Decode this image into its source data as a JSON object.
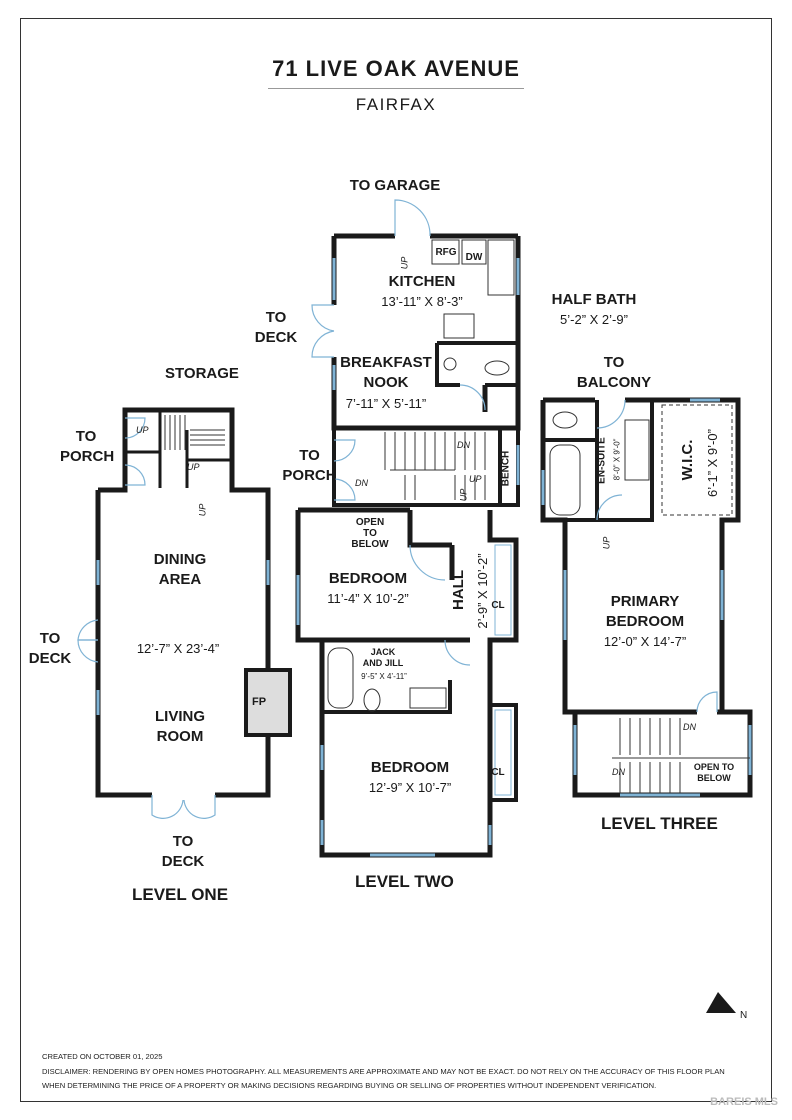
{
  "header": {
    "address": "71 LIVE OAK AVENUE",
    "city": "FAIRFAX"
  },
  "labels": {
    "to_garage": "TO GARAGE",
    "kitchen": "KITCHEN",
    "kitchen_dim": "13’-11” X 8’-3”",
    "rfg": "RFG",
    "dw": "DW",
    "half_bath": "HALF BATH",
    "half_bath_dim": "5’-2” X 2’-9”",
    "to_deck_upper": "TO\nDECK",
    "breakfast_nook": "BREAKFAST\nNOOK",
    "breakfast_dim": "7’-11” X 5’-11”",
    "to_porch_mid": "TO\nPORCH",
    "bench": "BENCH",
    "storage": "STORAGE",
    "to_porch_left": "TO\nPORCH",
    "dining_area": "DINING\nAREA",
    "living_dim": "12’-7” X 23’-4”",
    "to_deck_left": "TO\nDECK",
    "fp": "FP",
    "living_room": "LIVING\nROOM",
    "to_deck_bottom": "TO\nDECK",
    "open_to_below": "OPEN\nTO\nBELOW",
    "bedroom1": "BEDROOM",
    "bedroom1_dim": "11’-4” X 10’-2”",
    "hall": "HALL",
    "hall_dim": "2’-9” X 10’-2”",
    "cl": "CL",
    "jack_and_jill": "JACK\nAND JILL",
    "jack_dim": "9’-5” X 4’-11”",
    "bedroom2": "BEDROOM",
    "bedroom2_dim": "12’-9” X 10’-7”",
    "to_balcony": "TO\nBALCONY",
    "en_suite": "EN-SUITE",
    "en_suite_dim": "8’-0” X 9’-0”",
    "wic": "W.I.C.",
    "wic_dim": "6’-1” X 9’-0”",
    "primary_bedroom": "PRIMARY\nBEDROOM",
    "primary_dim": "12’-0” X 14’-7”",
    "open_to_below_3": "OPEN TO\nBELOW",
    "up": "UP",
    "dn": "DN"
  },
  "levels": {
    "one": "LEVEL ONE",
    "two": "LEVEL TWO",
    "three": "LEVEL THREE"
  },
  "footer": {
    "created": "CREATED ON OCTOBER 01, 2025",
    "disclaimer1": "DISCLAIMER: RENDERING BY OPEN HOMES PHOTOGRAPHY. ALL MEASUREMENTS ARE APPROXIMATE AND MAY NOT BE EXACT. DO NOT RELY ON THE ACCURACY OF THIS FLOOR PLAN",
    "disclaimer2": "WHEN DETERMINING THE PRICE OF A PROPERTY OR MAKING DECISIONS REGARDING BUYING OR SELLING OF PROPERTIES WITHOUT INDEPENDENT VERIFICATION.",
    "watermark": "BAREIS MLS"
  },
  "compass": {
    "letter": "N"
  },
  "colors": {
    "wall": "#1a1a1a",
    "window": "#7fb3d5"
  }
}
